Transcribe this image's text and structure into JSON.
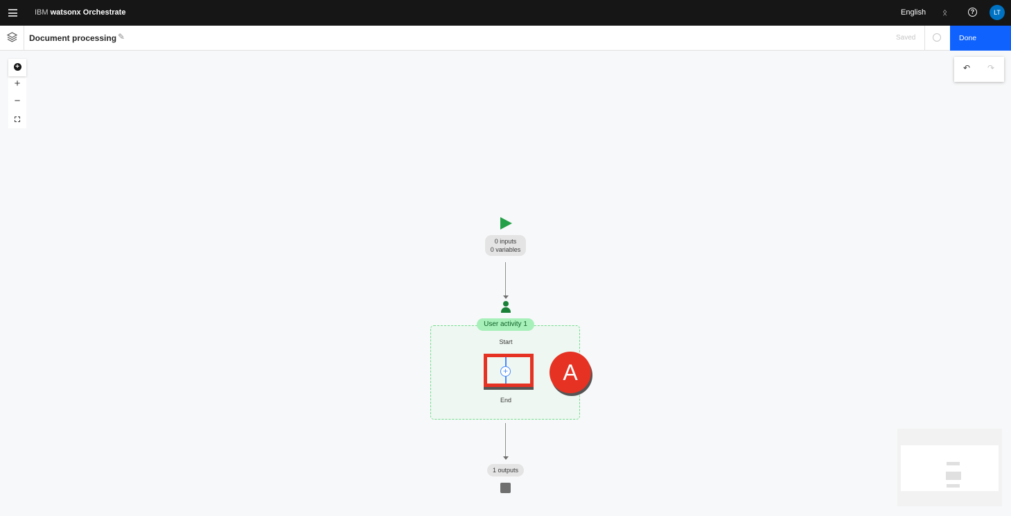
{
  "header": {
    "brand_prefix": "IBM",
    "brand_name": "watsonx Orchestrate",
    "language": "English",
    "avatar_initials": "LT"
  },
  "toolbar": {
    "title": "Document processing",
    "status": "Saved",
    "done_label": "Done"
  },
  "flow": {
    "start_inputs": "0 inputs",
    "start_variables": "0 variables",
    "activity_label": "User activity 1",
    "inner_start": "Start",
    "inner_end": "End",
    "end_outputs": "1 outputs"
  },
  "annotation": {
    "label": "A"
  },
  "colors": {
    "accent": "#0f62fe",
    "activity": "#a7f0ba",
    "play": "#24a148",
    "annotation": "#e53223"
  }
}
